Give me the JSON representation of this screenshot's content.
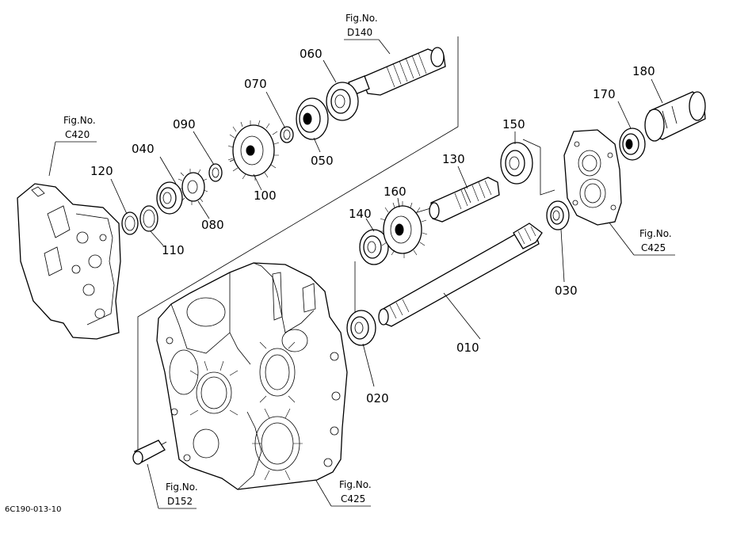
{
  "diagram_code": "6C190-013-10",
  "fig_refs": [
    {
      "id": "d140",
      "label": "Fig.No.",
      "ref": "D140"
    },
    {
      "id": "c420",
      "label": "Fig.No.",
      "ref": "C420"
    },
    {
      "id": "c425-right",
      "label": "Fig.No.",
      "ref": "C425"
    },
    {
      "id": "c425-bottom",
      "label": "Fig.No.",
      "ref": "C425"
    },
    {
      "id": "d152",
      "label": "Fig.No.",
      "ref": "D152"
    }
  ],
  "part_numbers": [
    "010",
    "020",
    "030",
    "040",
    "050",
    "060",
    "070",
    "080",
    "090",
    "100",
    "110",
    "120",
    "130",
    "140",
    "150",
    "160",
    "170",
    "180"
  ]
}
